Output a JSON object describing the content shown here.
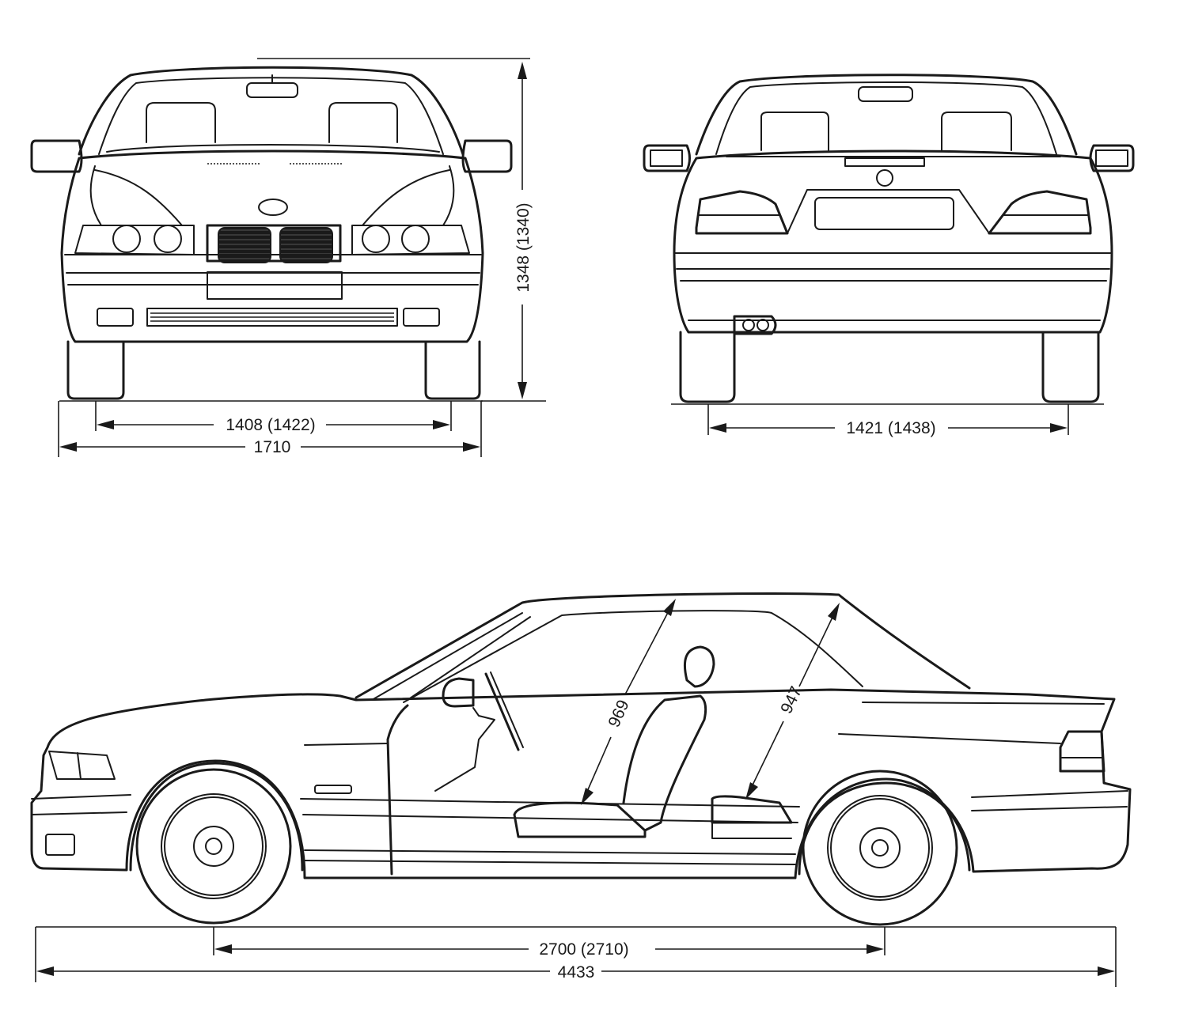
{
  "dimensions": {
    "front_track": "1408 (1422)",
    "overall_width": "1710",
    "overall_height": "1348 (1340)",
    "rear_track": "1421 (1438)",
    "front_headroom": "969",
    "rear_headroom": "947",
    "wheelbase": "2700 (2710)",
    "overall_length": "4433"
  }
}
